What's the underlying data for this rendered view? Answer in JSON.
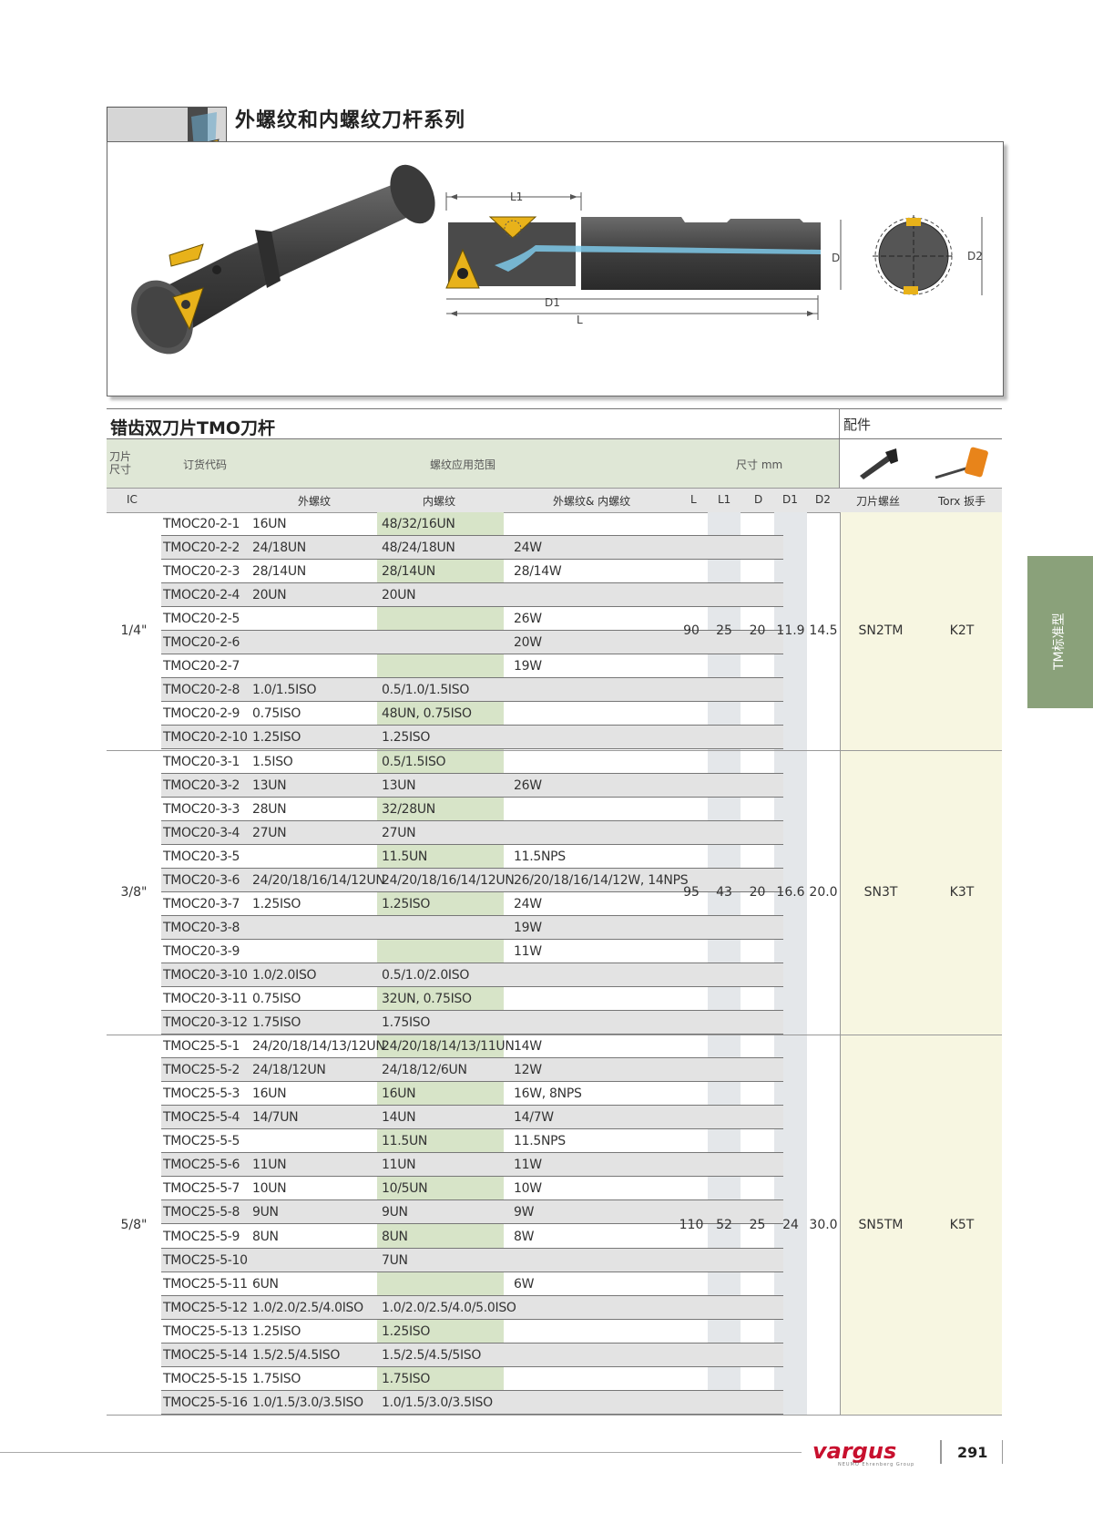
{
  "header": {
    "title": "外螺纹和内螺纹刀杆系列",
    "section_title": "错齿双刀片TMO刀杆",
    "accessories_label": "配件"
  },
  "diagram": {
    "label_L1": "L1",
    "label_L": "L",
    "label_D": "D",
    "label_D1": "D1",
    "label_D2": "D2"
  },
  "group_header": {
    "insert_size": "刀片\n尺寸",
    "order_code": "订货代码",
    "thread_range": "螺纹应用范围",
    "dimensions": "尺寸 mm"
  },
  "columns": {
    "ic": "IC",
    "external": "外螺纹",
    "internal": "内螺纹",
    "both": "外螺纹& 内螺纹",
    "L": "L",
    "L1": "L1",
    "D": "D",
    "D1": "D1",
    "D2": "D2",
    "screw": "刀片螺丝",
    "torx": "Torx 扳手"
  },
  "groups": [
    {
      "ic": "1/4\"",
      "L": "90",
      "L1": "25",
      "D": "20",
      "D1": "11.9",
      "D2": "14.5",
      "screw": "SN2TM",
      "torx": "K2T",
      "rows": [
        {
          "code": "TMOC20-2-1",
          "ext": "16UN",
          "int": "48/32/16UN",
          "both": ""
        },
        {
          "code": "TMOC20-2-2",
          "ext": "24/18UN",
          "int": "48/24/18UN",
          "both": "24W"
        },
        {
          "code": "TMOC20-2-3",
          "ext": "28/14UN",
          "int": "28/14UN",
          "both": "28/14W"
        },
        {
          "code": "TMOC20-2-4",
          "ext": "20UN",
          "int": "20UN",
          "both": ""
        },
        {
          "code": "TMOC20-2-5",
          "ext": "",
          "int": "",
          "both": "26W"
        },
        {
          "code": "TMOC20-2-6",
          "ext": "",
          "int": "",
          "both": "20W"
        },
        {
          "code": "TMOC20-2-7",
          "ext": "",
          "int": "",
          "both": "19W"
        },
        {
          "code": "TMOC20-2-8",
          "ext": "1.0/1.5ISO",
          "int": "0.5/1.0/1.5ISO",
          "both": ""
        },
        {
          "code": "TMOC20-2-9",
          "ext": "0.75ISO",
          "int": "48UN, 0.75ISO",
          "both": ""
        },
        {
          "code": "TMOC20-2-10",
          "ext": "1.25ISO",
          "int": "1.25ISO",
          "both": ""
        }
      ]
    },
    {
      "ic": "3/8\"",
      "L": "95",
      "L1": "43",
      "D": "20",
      "D1": "16.6",
      "D2": "20.0",
      "screw": "SN3T",
      "torx": "K3T",
      "rows": [
        {
          "code": "TMOC20-3-1",
          "ext": "1.5ISO",
          "int": "0.5/1.5ISO",
          "both": ""
        },
        {
          "code": "TMOC20-3-2",
          "ext": "13UN",
          "int": "13UN",
          "both": "26W"
        },
        {
          "code": "TMOC20-3-3",
          "ext": "28UN",
          "int": "32/28UN",
          "both": ""
        },
        {
          "code": "TMOC20-3-4",
          "ext": "27UN",
          "int": "27UN",
          "both": ""
        },
        {
          "code": "TMOC20-3-5",
          "ext": "",
          "int": "11.5UN",
          "both": "11.5NPS"
        },
        {
          "code": "TMOC20-3-6",
          "ext": "24/20/18/16/14/12UN",
          "int": "24/20/18/16/14/12UN",
          "both": "26/20/18/16/14/12W, 14NPS"
        },
        {
          "code": "TMOC20-3-7",
          "ext": "1.25ISO",
          "int": "1.25ISO",
          "both": "24W"
        },
        {
          "code": "TMOC20-3-8",
          "ext": "",
          "int": "",
          "both": "19W"
        },
        {
          "code": "TMOC20-3-9",
          "ext": "",
          "int": "",
          "both": "11W"
        },
        {
          "code": "TMOC20-3-10",
          "ext": "1.0/2.0ISO",
          "int": "0.5/1.0/2.0ISO",
          "both": ""
        },
        {
          "code": "TMOC20-3-11",
          "ext": "0.75ISO",
          "int": "32UN, 0.75ISO",
          "both": ""
        },
        {
          "code": "TMOC20-3-12",
          "ext": "1.75ISO",
          "int": "1.75ISO",
          "both": ""
        }
      ]
    },
    {
      "ic": "5/8\"",
      "L": "110",
      "L1": "52",
      "D": "25",
      "D1": "24",
      "D2": "30.0",
      "screw": "SN5TM",
      "torx": "K5T",
      "rows": [
        {
          "code": "TMOC25-5-1",
          "ext": "24/20/18/14/13/12UN",
          "int": "24/20/18/14/13/11UN",
          "both": "14W"
        },
        {
          "code": "TMOC25-5-2",
          "ext": "24/18/12UN",
          "int": "24/18/12/6UN",
          "both": "12W"
        },
        {
          "code": "TMOC25-5-3",
          "ext": "16UN",
          "int": "16UN",
          "both": "16W, 8NPS"
        },
        {
          "code": "TMOC25-5-4",
          "ext": "14/7UN",
          "int": "14UN",
          "both": "14/7W"
        },
        {
          "code": "TMOC25-5-5",
          "ext": "",
          "int": "11.5UN",
          "both": "11.5NPS"
        },
        {
          "code": "TMOC25-5-6",
          "ext": "11UN",
          "int": "11UN",
          "both": "11W"
        },
        {
          "code": "TMOC25-5-7",
          "ext": "10UN",
          "int": "10/5UN",
          "both": "10W"
        },
        {
          "code": "TMOC25-5-8",
          "ext": "9UN",
          "int": "9UN",
          "both": "9W"
        },
        {
          "code": "TMOC25-5-9",
          "ext": "8UN",
          "int": "8UN",
          "both": "8W"
        },
        {
          "code": "TMOC25-5-10",
          "ext": "",
          "int": "7UN",
          "both": ""
        },
        {
          "code": "TMOC25-5-11",
          "ext": "6UN",
          "int": "",
          "both": "6W"
        },
        {
          "code": "TMOC25-5-12",
          "ext": "1.0/2.0/2.5/4.0ISO",
          "int": "1.0/2.0/2.5/4.0/5.0ISO",
          "both": ""
        },
        {
          "code": "TMOC25-5-13",
          "ext": "1.25ISO",
          "int": "1.25ISO",
          "both": ""
        },
        {
          "code": "TMOC25-5-14",
          "ext": "1.5/2.5/4.5ISO",
          "int": "1.5/2.5/4.5/5ISO",
          "both": ""
        },
        {
          "code": "TMOC25-5-15",
          "ext": "1.75ISO",
          "int": "1.75ISO",
          "both": ""
        },
        {
          "code": "TMOC25-5-16",
          "ext": "1.0/1.5/3.0/3.5ISO",
          "int": "1.0/1.5/3.0/3.5ISO",
          "both": ""
        }
      ]
    }
  ],
  "side_tab": "TM标准型",
  "footer": {
    "brand": "vargus",
    "brand_sub": "NEUMO Ehrenberg Group",
    "page_number": "291"
  },
  "colors": {
    "green_header": "#dfe7d6",
    "internal_col": "#d7e4c8",
    "dim_col": "#e4e7ea",
    "accessory_col": "#f7f6e1",
    "side_tab": "#8aa17a",
    "insert_gold": "#e8b21a",
    "coolant_blue": "#7ec8e8",
    "brand_red": "#c8102e"
  }
}
